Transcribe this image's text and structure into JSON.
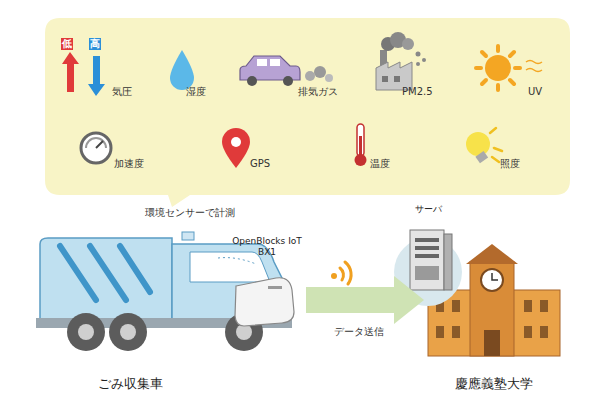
{
  "diagram": {
    "nodes": [
      {
        "text": [
          "ごみ収集車"
        ]
      },
      {
        "text": [
          "OpenBlocks IoT BX1"
        ]
      },
      {
        "text": [
          "サーバ"
        ]
      },
      {
        "text": [
          "慶應義塾大学"
        ]
      }
    ],
    "edges": [
      {
        "from": 1,
        "to": 3,
        "label": "データ送信",
        "arrow": "to"
      }
    ],
    "labels": [
      "低",
      "高",
      "気圧",
      "湿度",
      "排気ガス",
      "PM2.5",
      "UV",
      "加速度",
      "GPS",
      "温度",
      "照度",
      "環境センサーで計測"
    ]
  }
}
